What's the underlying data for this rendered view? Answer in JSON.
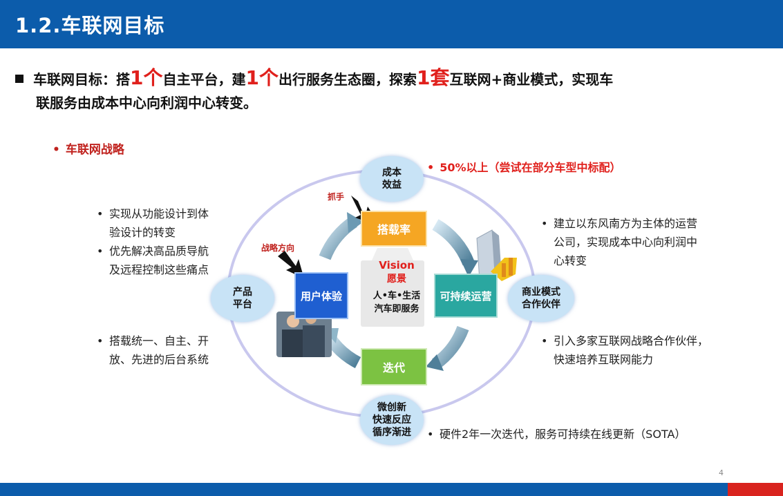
{
  "header": {
    "title": "1.2.车联网目标"
  },
  "main_bullet": {
    "p1": "车联网目标：搭",
    "h1": "1个",
    "p2": "自主平台，建",
    "h2": "1个",
    "p3": "出行服务生态圈，探索",
    "h3": "1套",
    "p4": "互联网+商业模式，实现车",
    "line2": "联服务由成本中心向利润中心转变。"
  },
  "strategy_label": "车联网战略",
  "left_notes": {
    "a1": "实现从功能设计到体",
    "a2": "验设计的转变",
    "b1": "优先解决高品质导航",
    "b2": "及远程控制这些痛点",
    "c1": "搭载统一、自主、开",
    "c2": "放、先进的后台系统"
  },
  "right_notes": {
    "top": "50%以上（尝试在部分车型中标配）",
    "a1": "建立以东风南方为主体的运营",
    "a2": "公司，实现成本中心向利润中",
    "a3": "心转变",
    "b1": "引入多家互联网战略合作伙伴，",
    "b2": "快速培养互联网能力",
    "bottom": "硬件2年一次迭代，服务可持续在线更新（SOTA）"
  },
  "diagram": {
    "node_top_1": "成本",
    "node_top_2": "效益",
    "node_left_1": "产品",
    "node_left_2": "平台",
    "node_right_1": "商业模式",
    "node_right_2": "合作伙伴",
    "node_bottom_1": "微创新",
    "node_bottom_2": "快速反应",
    "node_bottom_3": "循序渐进",
    "box_top": "搭载率",
    "box_left": "用户体验",
    "box_right": "可持续运营",
    "box_bottom": "迭代",
    "center_title": "Vision",
    "center_sub": "愿景",
    "center_l1": "人•车•生活",
    "center_l2": "汽车即服务",
    "label_grab": "抓手",
    "label_direction": "战略方向"
  },
  "page_number": "4",
  "colors": {
    "header": "#0c5cab",
    "accent_red": "#e0201c",
    "orange": "#f5a623",
    "green": "#7cc242",
    "blue": "#1f5fd1",
    "teal": "#2aa7a0"
  }
}
